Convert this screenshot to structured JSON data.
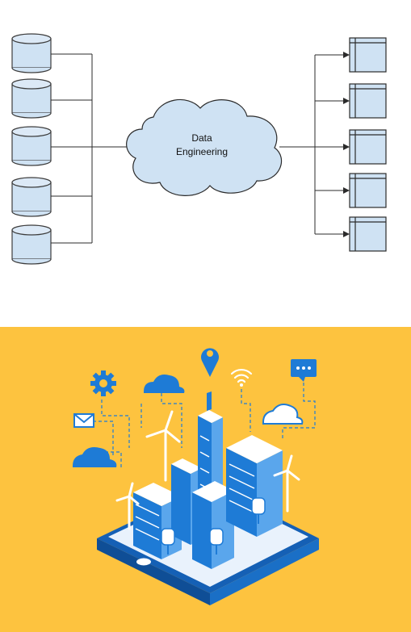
{
  "diagram": {
    "center_label_lines": [
      "Data",
      "Engineering"
    ],
    "source_count": 5,
    "target_count": 5
  },
  "illustration": {
    "background_color": "#fdc33f",
    "primary_color": "#1e7bd6",
    "icons": [
      "gear-icon",
      "cloud-icon",
      "map-pin-icon",
      "wifi-icon",
      "chat-bubble-icon",
      "envelope-icon",
      "wind-turbine-icon",
      "smartphone-icon",
      "building-icon",
      "tree-icon"
    ]
  }
}
